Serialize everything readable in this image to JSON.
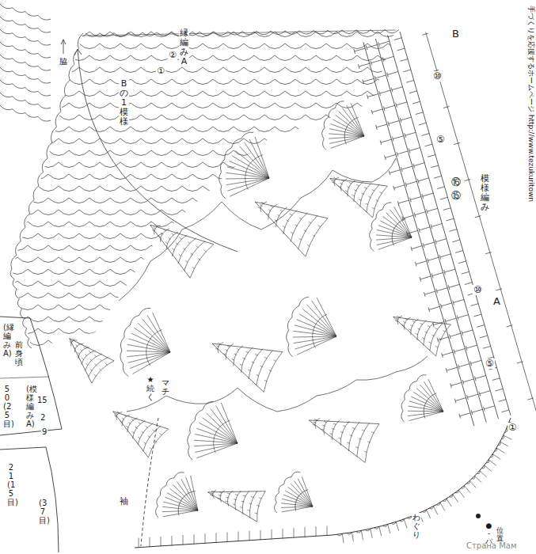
{
  "diagram": {
    "labels": [
      "B",
      "縁編みA",
      "①",
      "②",
      "⑩",
      "⑤",
      "⑯",
      "⑮",
      "模様編み",
      "⑩",
      "A",
      "⑤",
      "①",
      "Bの1模様",
      "脇",
      "(縁編みA)",
      "前身頃",
      "(模様編みA)",
      "50(25目)",
      "15",
      "2",
      "9",
      "21(15目)",
      "(37目)",
      "★続く",
      "マチ",
      "袖",
      "わぐり",
      "●-バ",
      "位置",
      "手づくりを応援するホームページ http://www.tezukuritown",
      "Страна Мам"
    ]
  }
}
